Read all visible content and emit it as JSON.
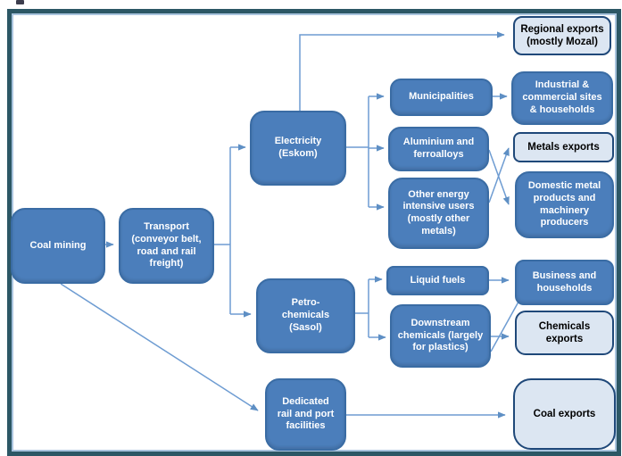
{
  "colors": {
    "process_fill": "#4b7ebb",
    "process_border": "#3a6ca4",
    "process_text": "#ffffff",
    "export_fill": "#dce6f2",
    "export_border": "#1f4879",
    "export_text": "#000000",
    "connector": "#6e9cd2",
    "frame_outer": "#2c5765",
    "frame_inner": "#a9c4de"
  },
  "nodes": {
    "coal_mining": "Coal mining",
    "transport": "Transport (conveyor belt, road and rail freight)",
    "electricity": "Electricity (Eskom)",
    "petro_chemicals": "Petro-chemicals (Sasol)",
    "dedicated_rail": "Dedicated rail and port facilities",
    "municipalities": "Municipalities",
    "aluminium": "Aluminium and ferroalloys",
    "other_energy": "Other energy intensive users (mostly other metals)",
    "liquid_fuels": "Liquid fuels",
    "downstream_chemicals": "Downstream chemicals (largely  for plastics)",
    "regional_exports": "Regional exports (mostly Mozal)",
    "industrial": "Industrial & commercial sites & households",
    "metals_exports": "Metals exports",
    "domestic_metal": "Domestic metal products and machinery producers",
    "business_households": "Business and households",
    "chemicals_exports": "Chemicals exports",
    "coal_exports": "Coal exports"
  }
}
